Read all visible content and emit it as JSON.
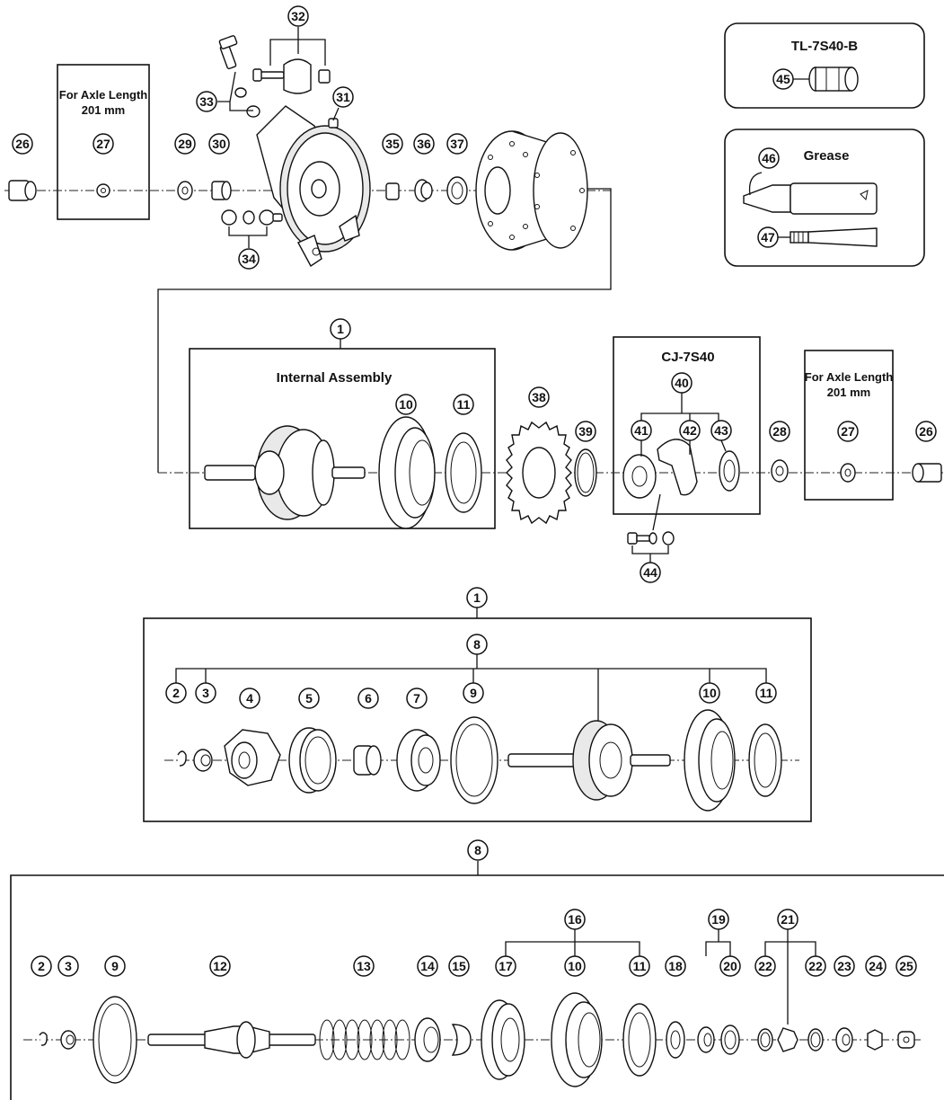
{
  "boxes": {
    "axle_left_line1": "For Axle Length",
    "axle_left_line2": "201 mm",
    "axle_right_line1": "For Axle Length",
    "axle_right_line2": "201 mm",
    "tool_title": "TL-7S40-B",
    "grease_title": "Grease",
    "internal_title": "Internal Assembly",
    "cj_title": "CJ-7S40"
  },
  "callouts": [
    "1",
    "2",
    "3",
    "4",
    "5",
    "6",
    "7",
    "8",
    "9",
    "10",
    "11",
    "12",
    "13",
    "14",
    "15",
    "16",
    "17",
    "18",
    "19",
    "20",
    "21",
    "22",
    "23",
    "24",
    "25",
    "26",
    "27",
    "28",
    "29",
    "30",
    "31",
    "32",
    "33",
    "34",
    "35",
    "36",
    "37",
    "38",
    "39",
    "40",
    "41",
    "42",
    "43",
    "44",
    "45",
    "46",
    "47"
  ]
}
